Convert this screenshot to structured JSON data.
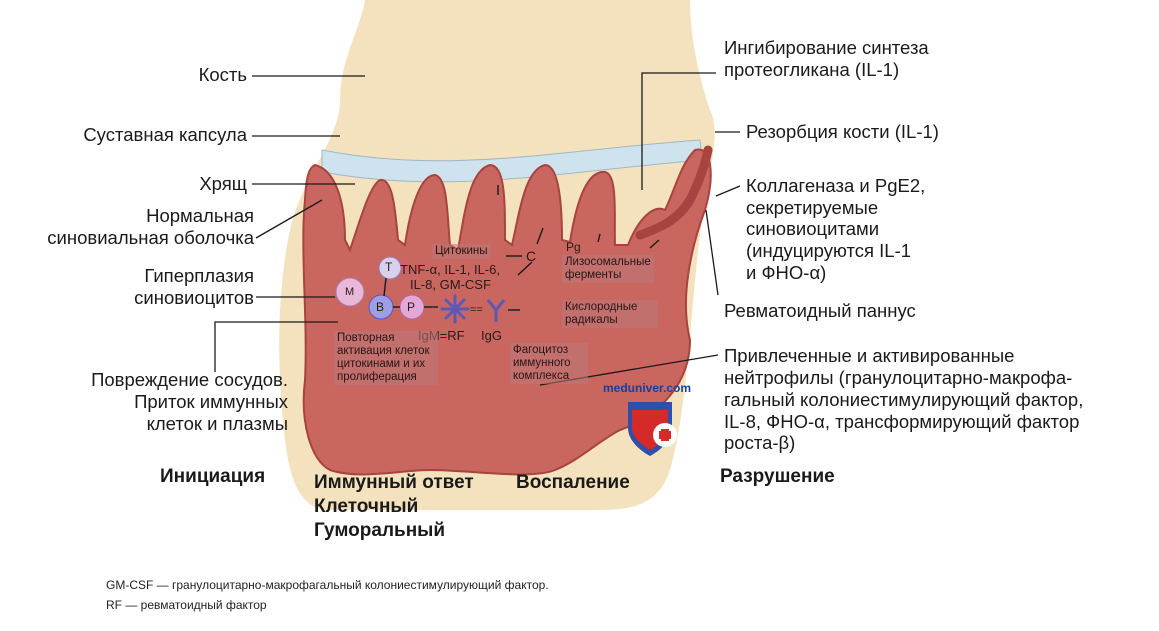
{
  "labels_left": {
    "bone": "Кость",
    "capsule": "Суставная капсула",
    "cartilage": "Хрящ",
    "normal_synovium_1": "Нормальная",
    "normal_synovium_2": "синовиальная оболочка",
    "hyperplasia_1": "Гиперплазия",
    "hyperplasia_2": "синовиоцитов",
    "vessel_1": "Повреждение сосудов.",
    "vessel_2": "Приток иммунных",
    "vessel_3": "клеток и плазмы"
  },
  "labels_right": {
    "inhibit_1": "Ингибирование синтеза",
    "inhibit_2": "протеогликана (IL-1)",
    "resorption": "Резорбция кости (IL-1)",
    "collagenase_1": "Коллагеназа и PgE2,",
    "collagenase_2": "секретируемые",
    "collagenase_3": "синовиоцитами",
    "collagenase_4": "(индуцируются IL-1",
    "collagenase_5": "и ФНО-α)",
    "pannus": "Ревматоидный паннус",
    "neutro_1": "Привлеченные и активированные",
    "neutro_2": "нейтрофилы (гранулоцитарно-макрофа-",
    "neutro_3": "гальный колониестимулирующий фактор,",
    "neutro_4": "IL-8, ФНО-α, трансформирующий фактор",
    "neutro_5": "роста-β)"
  },
  "inner": {
    "cell_m": "M",
    "cell_t": "T",
    "cell_b": "B",
    "cell_p": "P",
    "cell_c": "C",
    "cytokines_line1": "TNF-α, IL-1, IL-6,",
    "cytokines_line2": "IL-8, GM-CSF",
    "igm_rf": "IgM=RF",
    "igg": "IgG",
    "eq": "==",
    "pg": "Pg",
    "box_cytokines": "Цитокины",
    "box_lysosomal_1": "Лизосомальные",
    "box_lysosomal_2": "ферменты",
    "box_oxygen_1": "Кислородные",
    "box_oxygen_2": "радикалы",
    "box_reactivation_1": "Повторная",
    "box_reactivation_2": "активация клеток",
    "box_reactivation_3": "цитокинами и их",
    "box_reactivation_4": "пролиферация",
    "box_phago_1": "Фагоцитоз",
    "box_phago_2": "иммунного",
    "box_phago_3": "комплекса"
  },
  "stages": {
    "initiation": "Инициация",
    "immune_1": "Иммунный ответ",
    "immune_2": "Клеточный",
    "immune_3": "Гуморальный",
    "inflammation": "Воспаление",
    "destruction": "Разрушение"
  },
  "footnotes": {
    "line1": "GM-CSF — гранулоцитарно-макрофагальный колониестимулирующий фактор.",
    "line2": "RF — ревматоидный фактор"
  },
  "watermark": "meduniver.com",
  "colors": {
    "bone": "#f3e2bd",
    "synovium": "#c8665f",
    "synovium_dark": "#a8443f",
    "cartilage": "#cfe3ee",
    "text": "#1a1a1a",
    "shield_blue": "#2f4fa8",
    "shield_red": "#d42a2a"
  }
}
